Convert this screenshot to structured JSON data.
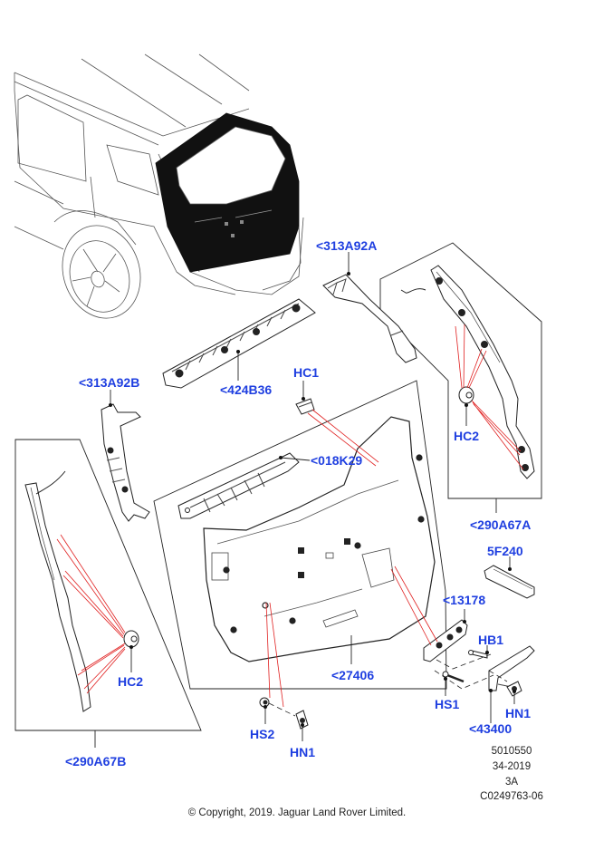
{
  "diagram": {
    "title": "Liftgate interior trim panels - parts illustration",
    "callouts": {
      "c313A92A": "<313A92A",
      "c424B36": "<424B36",
      "cHC1": "HC1",
      "c313A92B": "<313A92B",
      "c018K29": "<018K29",
      "cHC2_right": "HC2",
      "c290A67A": "<290A67A",
      "c5F240": "5F240",
      "c13178": "<13178",
      "cHB1": "HB1",
      "cHS1": "HS1",
      "cHN1_right": "HN1",
      "c43400": "<43400",
      "c27406": "<27406",
      "cHS2": "HS2",
      "cHN1_left": "HN1",
      "cHC2_left": "HC2",
      "c290A67B": "<290A67B"
    },
    "reference": {
      "line1": "5010550",
      "line2": "34-2019",
      "line3": "3A",
      "line4": "C0249763-06"
    },
    "copyright": "© Copyright, 2019. Jaguar Land Rover Limited.",
    "colors": {
      "callout_text": "#1f3fe0",
      "leader_line": "#111111",
      "fixing_line": "#e02020",
      "outline": "#222222"
    }
  }
}
